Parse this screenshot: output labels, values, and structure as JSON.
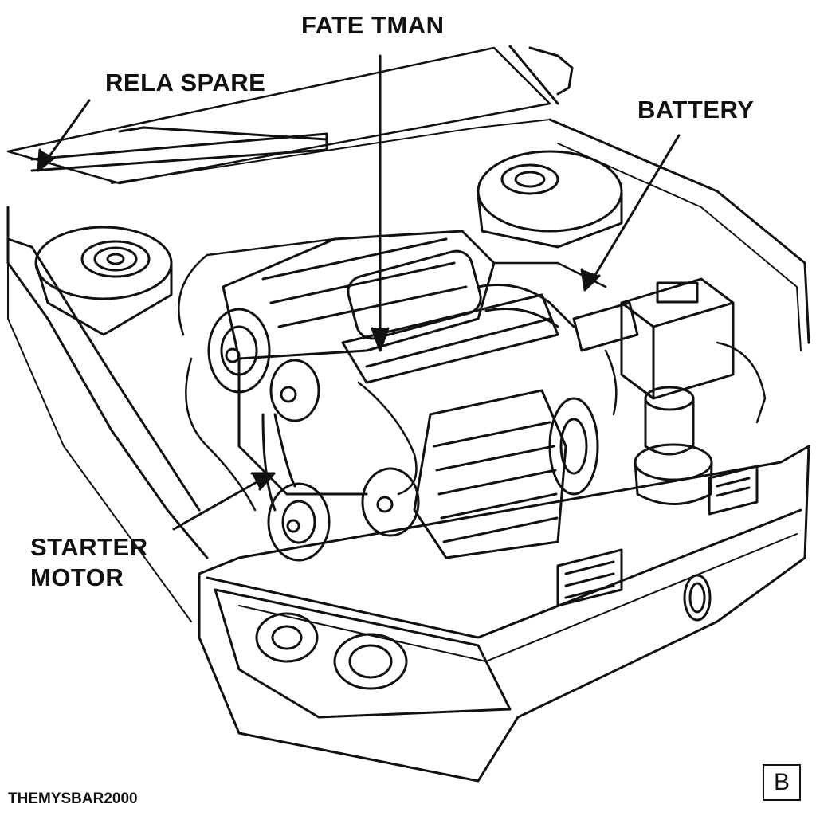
{
  "labels": {
    "top": "FATE TMAN",
    "relay": "RELA SPARE",
    "battery": "BATTERY",
    "starter_line1": "STARTER",
    "starter_line2": "MOTOR"
  },
  "watermark": "THEMYSBAR2000",
  "badge": "B",
  "colors": {
    "ink": "#111111",
    "paper": "#ffffff"
  }
}
